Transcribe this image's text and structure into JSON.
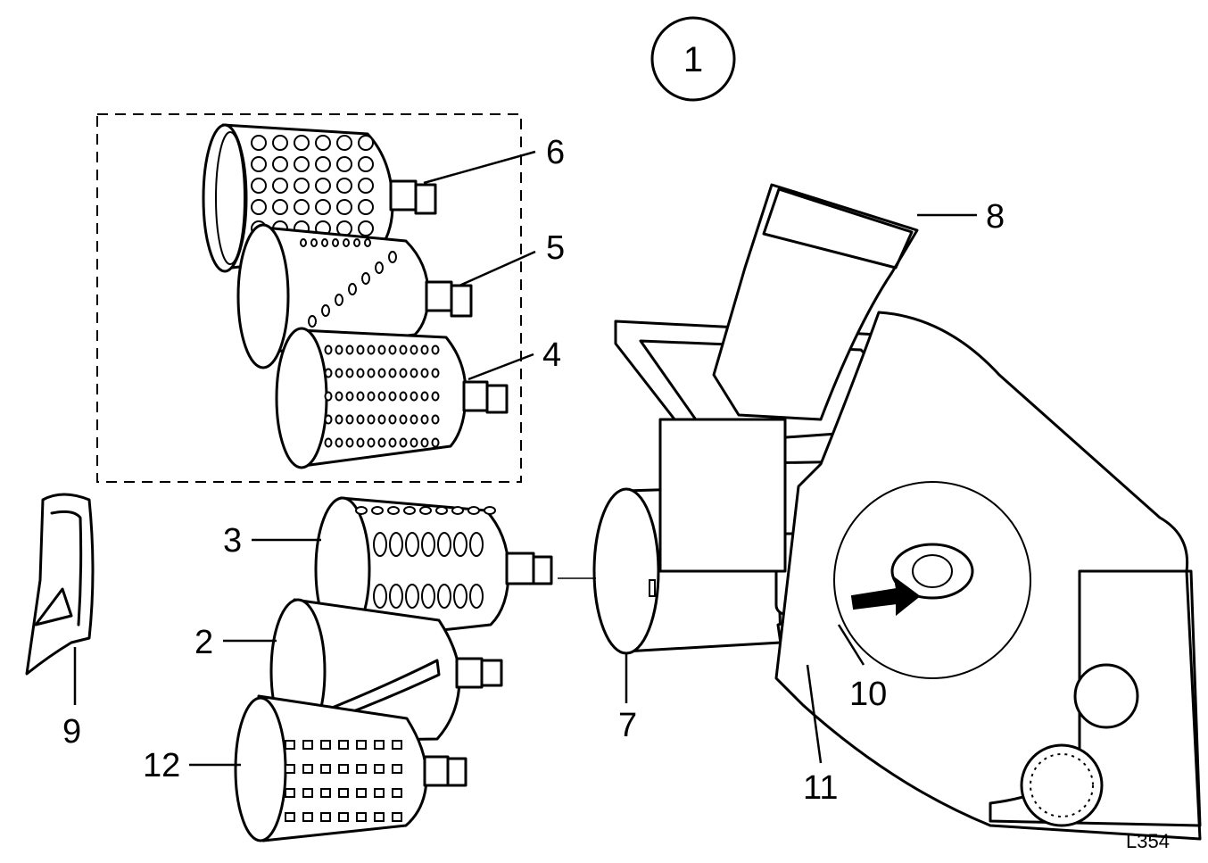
{
  "figure": {
    "number": "1",
    "reference_code": "L354"
  },
  "callouts": {
    "c2": "2",
    "c3": "3",
    "c4": "4",
    "c5": "5",
    "c6": "6",
    "c7": "7",
    "c8": "8",
    "c9": "9",
    "c10": "10",
    "c11": "11",
    "c12": "12"
  },
  "colors": {
    "ink": "#000000",
    "paper": "#ffffff",
    "arrow": "#000000"
  }
}
